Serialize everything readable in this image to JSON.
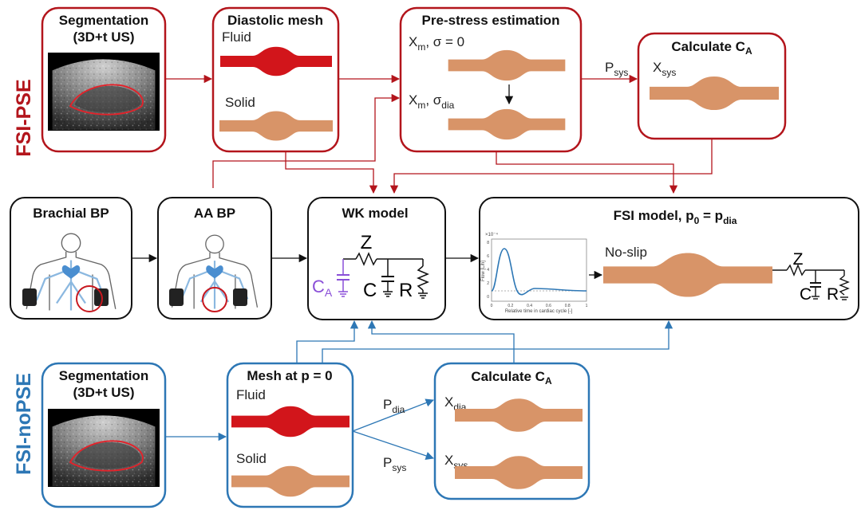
{
  "colors": {
    "red": "#b3151c",
    "blue": "#2d77b5",
    "tissue": "#d89468",
    "fluid": "#d2151b",
    "purple": "#8a4fd8"
  },
  "rows": {
    "top": "FSI-PSE",
    "bottom": "FSI-noPSE"
  },
  "top": {
    "seg": {
      "title1": "Segmentation",
      "title2": "(3D+t US)"
    },
    "mesh": {
      "title": "Diastolic mesh",
      "fluid": "Fluid",
      "solid": "Solid"
    },
    "pse": {
      "title": "Pre-stress estimation",
      "x1": "X",
      "x1_sub": "m",
      "x1_rest": ", σ = 0",
      "x2": "X",
      "x2_sub": "m",
      "x2_rest": ", σ",
      "x2_rest_sub": "dia"
    },
    "calc": {
      "title": "Calculate C",
      "title_sub": "A",
      "x": "X",
      "x_sub": "sys"
    },
    "p_sys": {
      "p": "P",
      "sub": "sys"
    }
  },
  "mid": {
    "brachial": {
      "title": "Brachial BP"
    },
    "aa": {
      "title": "AA BP"
    },
    "wk": {
      "title": "WK model",
      "z": "Z",
      "ca": "C",
      "ca_sub": "A",
      "c": "C",
      "r": "R"
    },
    "fsi": {
      "title": "FSI model, p",
      "t_sub0": "0",
      "t_mid": " = p",
      "t_sub1": "dia",
      "noslip": "No-slip",
      "z": "Z",
      "c": "C",
      "r": "R",
      "plot_ylabel": "Flow [L/h]",
      "plot_xlabel": "Relative time in cardiac cycle [-]",
      "plot_scale": "×10⁻⁴",
      "y_ticks": [
        "8",
        "6",
        "4",
        "2",
        "0"
      ],
      "x_ticks": [
        "0",
        "0.2",
        "0.4",
        "0.6",
        "0.8",
        "1"
      ]
    }
  },
  "bottom": {
    "seg": {
      "title1": "Segmentation",
      "title2": "(3D+t US)"
    },
    "mesh": {
      "title": "Mesh at p = 0",
      "fluid": "Fluid",
      "solid": "Solid"
    },
    "calc": {
      "title": "Calculate C",
      "title_sub": "A",
      "x1": "X",
      "x1_sub": "dia",
      "x2": "X",
      "x2_sub": "sys"
    },
    "p_dia": {
      "p": "P",
      "sub": "dia"
    },
    "p_sys": {
      "p": "P",
      "sub": "sys"
    }
  }
}
